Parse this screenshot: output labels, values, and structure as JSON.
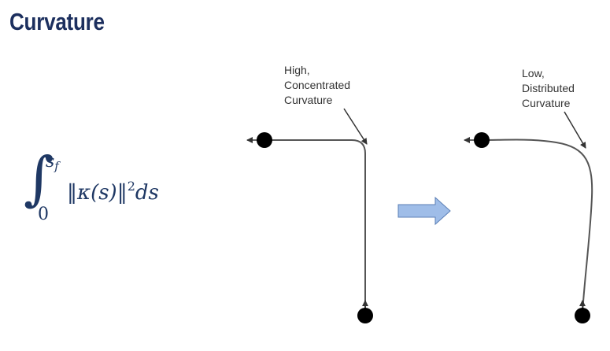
{
  "title": "Curvature",
  "formula": {
    "integral_symbol": "∫",
    "upper_limit_base": "s",
    "upper_limit_sub": "f",
    "lower_limit": "0",
    "integrand_open": "‖",
    "kappa": "κ",
    "argument": "(s)",
    "integrand_close": "‖",
    "exponent": "2",
    "differential": "ds"
  },
  "annotations": {
    "left": [
      "High,",
      "Concentrated",
      "Curvature"
    ],
    "right": [
      "Low,",
      "Distributed",
      "Curvature"
    ]
  },
  "colors": {
    "title": "#1c2f5e",
    "formula": "#1f3864",
    "arrow_fill": "#9fbde8",
    "arrow_stroke": "#5b7fb6",
    "node": "#000000",
    "curve": "#555555"
  }
}
